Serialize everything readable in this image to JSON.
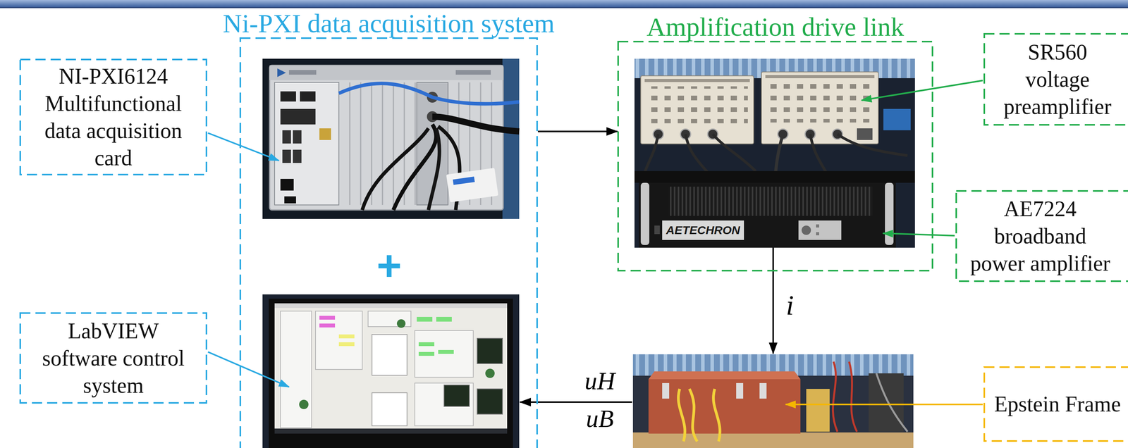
{
  "diagram": {
    "nodes": [
      {
        "text": [
          "Ni-PXI data acquisition system"
        ]
      },
      {
        "text": [
          "NI-PXI6124 Multifunctional data acquisition card"
        ]
      },
      {
        "text": [
          "LabVIEW software control system"
        ]
      },
      {
        "text": [
          "Amplification drive link"
        ]
      },
      {
        "text": [
          "SR560 voltage preamplifier"
        ]
      },
      {
        "text": [
          "AE7224 broadband power amplifier"
        ]
      },
      {
        "text": [
          "Epstein Frame"
        ]
      }
    ],
    "edges": [
      {
        "from": 0,
        "to": 3,
        "arrow": "to"
      }
    ],
    "labels": [
      "+",
      "i",
      "uH",
      "uB",
      "AETECHRON"
    ]
  }
}
